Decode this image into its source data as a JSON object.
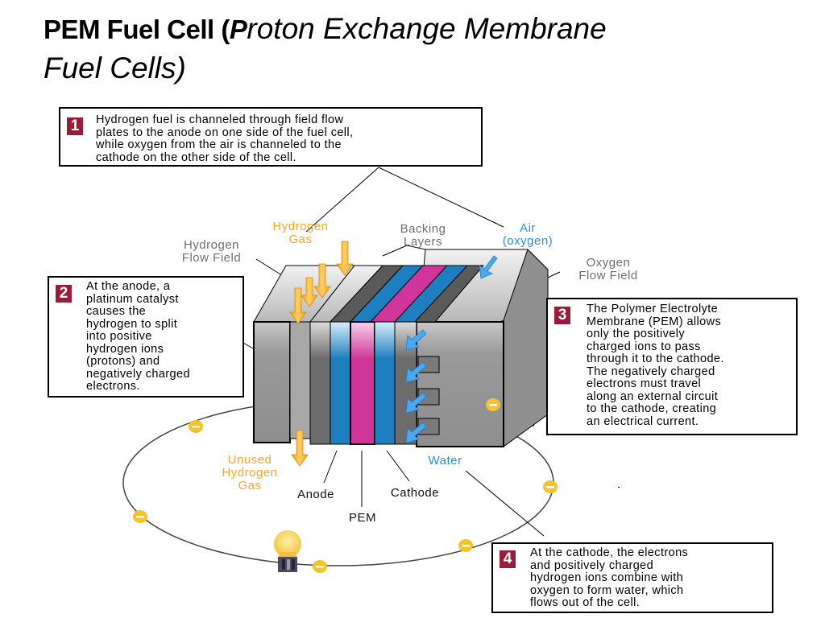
{
  "title": {
    "bold_part": "PEM Fuel Cell (",
    "bold_p": "P",
    "italic_part": "roton Exchange Membrane",
    "line2": "Fuel Cells)"
  },
  "colors": {
    "badge": "#9b1b3a",
    "hydrogen_label": "#f5a623",
    "oxygen_label": "#2a8ed8",
    "anode_layer": "#1e7fc0",
    "pem_layer": "#d0359a",
    "flow_field": "#9a9a9a",
    "electron": "#f7c22c"
  },
  "callouts": [
    {
      "number": "1",
      "text": "Hydrogen fuel is channeled through field flow\nplates to the anode on one side of the fuel cell,\nwhile oxygen from the air is channeled to the\ncathode on the other side of the cell."
    },
    {
      "number": "2",
      "text": "At the anode, a\nplatinum catalyst\ncauses the\nhydrogen to split\ninto positive\nhydrogen ions\n(protons) and\nnegatively charged\nelectrons."
    },
    {
      "number": "3",
      "text": "The Polymer Electrolyte\nMembrane (PEM) allows\nonly the positively\ncharged ions to pass\nthrough it to the cathode.\nThe negatively charged\nelectrons must travel\nalong an external circuit\nto the cathode, creating\nan electrical current."
    },
    {
      "number": "4",
      "text": "At the cathode, the electrons\nand positively charged\nhydrogen ions combine with\noxygen to form water, which\nflows out of the cell."
    }
  ],
  "labels": {
    "hydrogen_gas": "Hydrogen\nGas",
    "backing_layers": "Backing\nLayers",
    "air_oxygen": "Air\n(oxygen)",
    "hydrogen_flow_field": "Hydrogen\nFlow Field",
    "oxygen_flow_field": "Oxygen\nFlow Field",
    "unused_hydrogen_gas": "Unused\nHydrogen\nGas",
    "water": "Water",
    "anode": "Anode",
    "cathode": "Cathode",
    "pem": "PEM"
  },
  "electron_symbol": "−"
}
